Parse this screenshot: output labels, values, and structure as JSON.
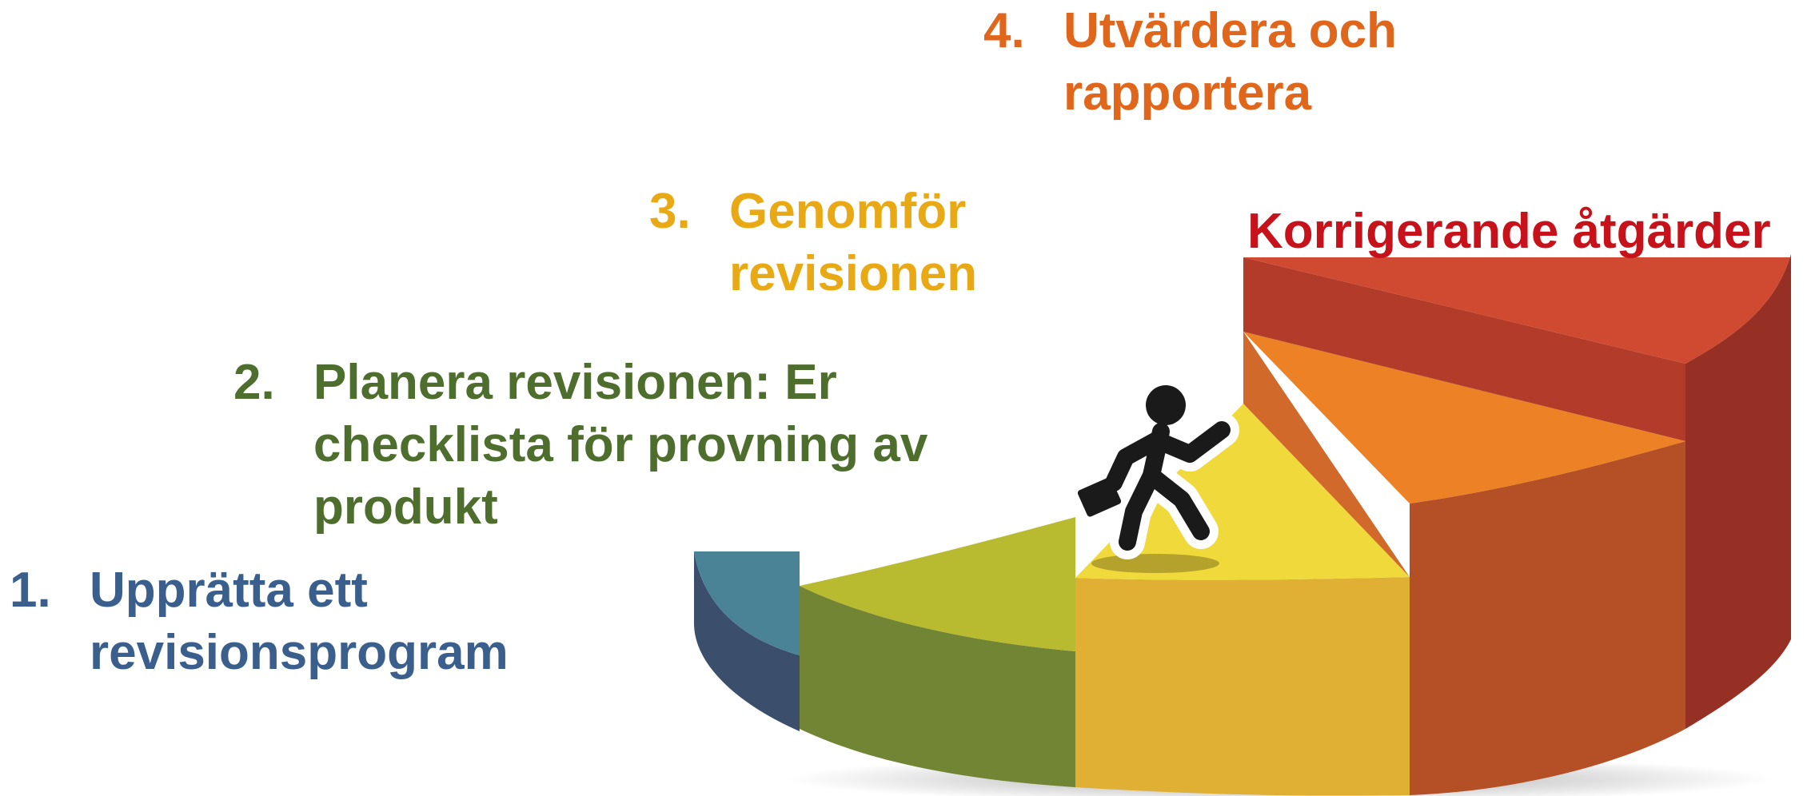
{
  "steps": [
    {
      "number": "1.",
      "label": "Upprätta ett revisionsprogram",
      "color": "#3a5f8d"
    },
    {
      "number": "2.",
      "label": "Planera revisionen: Er checklista för provning av produkt",
      "color": "#4e6e2d"
    },
    {
      "number": "3.",
      "label": "Genomför revisionen",
      "color": "#e9a914"
    },
    {
      "number": "4.",
      "label": "Utvärdera och rapportera",
      "color": "#e0661b"
    }
  ],
  "corrective_actions": {
    "label": "Korrigerande åtgärder",
    "color": "#c8121b"
  },
  "staircase": {
    "segment_colors": [
      "#4a8396",
      "#b8ba2f",
      "#f0d93b",
      "#ec8126",
      "#d04a31"
    ],
    "icon": "walking-businessman-with-briefcase-icon"
  }
}
